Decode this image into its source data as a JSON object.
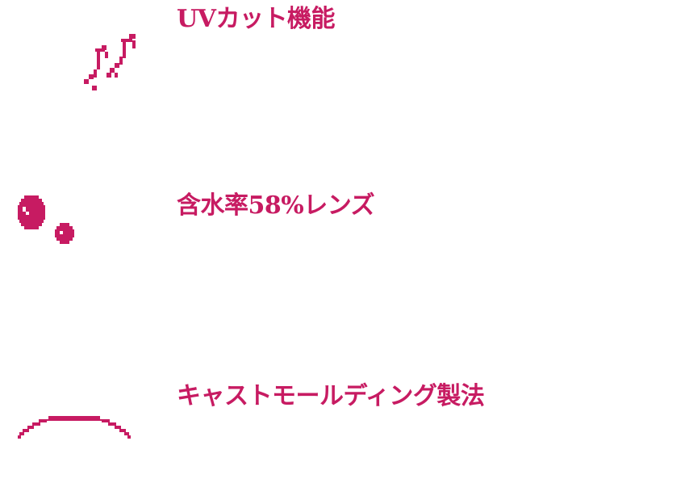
{
  "theme": {
    "accent": "#c71b62"
  },
  "features": [
    {
      "title": "UVカット機能",
      "icon": "uv-arrows-icon"
    },
    {
      "title": "含水率58%レンズ",
      "icon": "water-droplets-icon"
    },
    {
      "title": "キャストモールディング製法",
      "icon": "lens-curve-icon"
    }
  ]
}
